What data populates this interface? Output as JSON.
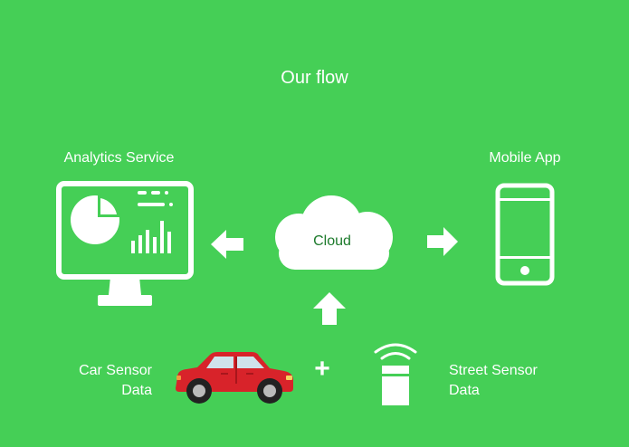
{
  "title": "Our flow",
  "nodes": {
    "analytics": {
      "label": "Analytics Service",
      "icon": "monitor-dashboard-icon"
    },
    "mobile": {
      "label": "Mobile App",
      "icon": "smartphone-icon"
    },
    "cloud": {
      "label": "Cloud",
      "icon": "cloud-icon"
    },
    "car_sensor": {
      "line1": "Car Sensor",
      "line2": "Data",
      "icon": "car-icon"
    },
    "street_sensor": {
      "line1": "Street Sensor",
      "line2": "Data",
      "icon": "street-sensor-icon"
    }
  },
  "plus_sign": "+",
  "colors": {
    "background": "#45cf56",
    "foreground": "#ffffff",
    "cloud_text": "#1c7a2b",
    "car_body": "#d8232a"
  }
}
